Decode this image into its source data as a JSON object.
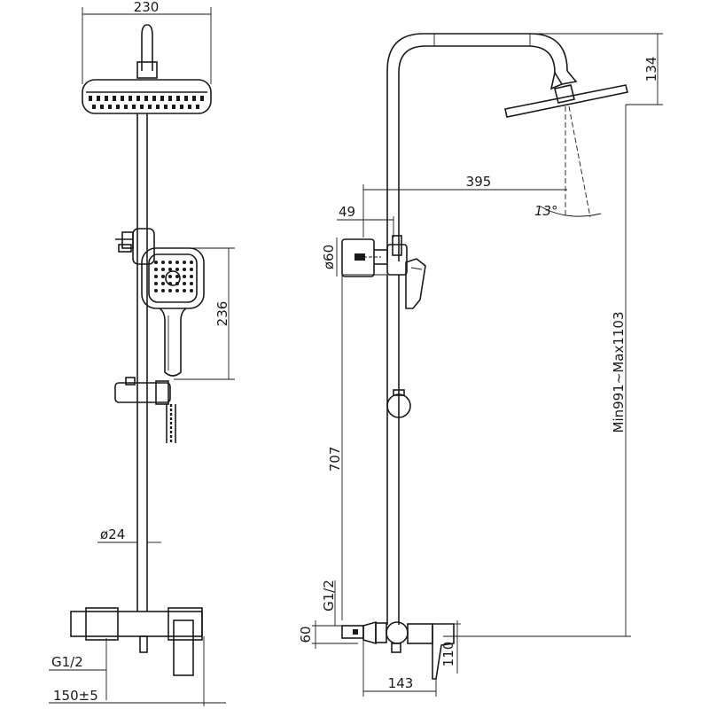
{
  "dimensions": {
    "head_width": "230",
    "arm_rise": "134",
    "arm_reach": "395",
    "tilt_angle": "13°",
    "bracket_offset": "49",
    "bracket_diameter": "ø60",
    "handset_height": "236",
    "column_length": "707",
    "height_range": "Min991~Max1103",
    "pipe_diameter": "ø24",
    "inlet_thread_side": "G1/2",
    "valve_height": "60",
    "inlet_thread_front": "G1/2",
    "valve_depth": "110",
    "wall_offset": "143",
    "centres": "150±5"
  }
}
